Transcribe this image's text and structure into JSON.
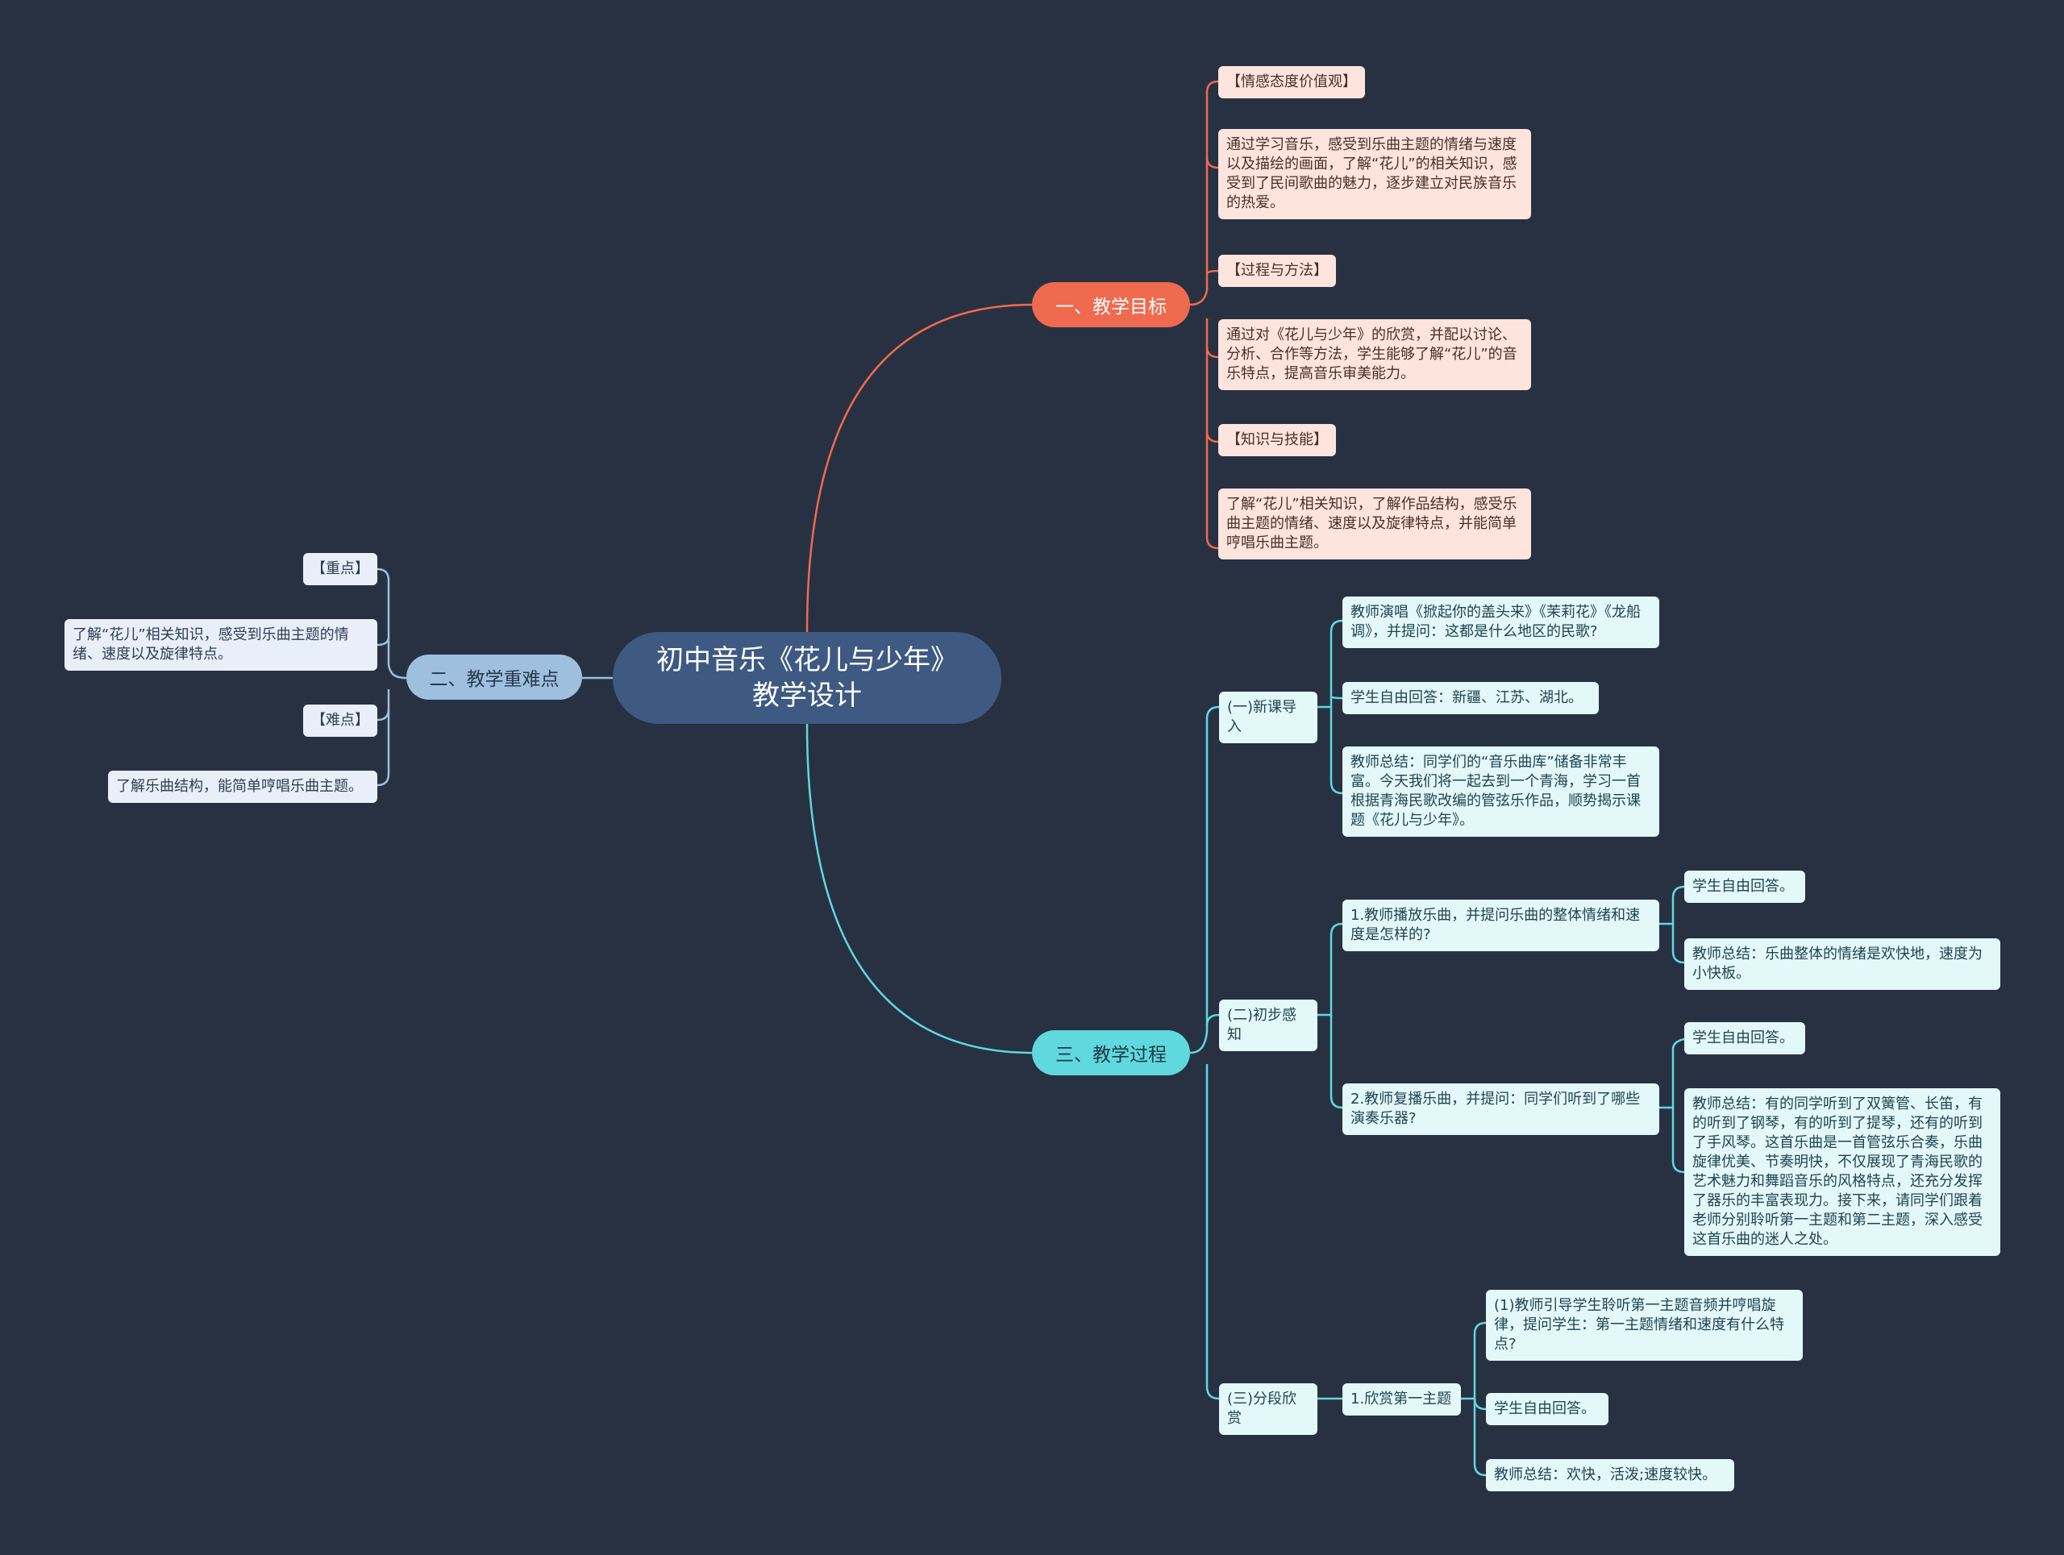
{
  "root": {
    "line1": "初中音乐《花儿与少年》",
    "line2": "教学设计"
  },
  "colors": {
    "background": "#283142",
    "root": "#3e5a82",
    "goal": "#ef6a4f",
    "focus": "#9ebfde",
    "process": "#5fd8de"
  },
  "goals": {
    "label": "一、教学目标",
    "items": [
      "【情感态度价值观】",
      "通过学习音乐，感受到乐曲主题的情绪与速度以及描绘的画面，了解“花儿”的相关知识，感受到了民间歌曲的魅力，逐步建立对民族音乐的热爱。",
      "【过程与方法】",
      "通过对《花儿与少年》的欣赏，并配以讨论、分析、合作等方法，学生能够了解“花儿”的音乐特点，提高音乐审美能力。",
      "【知识与技能】",
      "了解“花儿”相关知识，了解作品结构，感受乐曲主题的情绪、速度以及旋律特点，并能简单哼唱乐曲主题。"
    ]
  },
  "focus": {
    "label": "二、教学重难点",
    "items": [
      "【重点】",
      "了解“花儿”相关知识，感受到乐曲主题的情绪、速度以及旋律特点。",
      "【难点】",
      "了解乐曲结构，能简单哼唱乐曲主题。"
    ]
  },
  "process": {
    "label": "三、教学过程",
    "intro": {
      "label": "(一)新课导入",
      "items": [
        "教师演唱《掀起你的盖头来》《茉莉花》《龙船调》，并提问：这都是什么地区的民歌?",
        "学生自由回答：新疆、江苏、湖北。",
        "教师总结：同学们的“音乐曲库”储备非常丰富。今天我们将一起去到一个青海，学习一首根据青海民歌改编的管弦乐作品，顺势揭示课题《花儿与少年》。"
      ]
    },
    "perception": {
      "label": "(二)初步感知",
      "q1": "1.教师播放乐曲，并提问乐曲的整体情绪和速度是怎样的?",
      "q1_answers": [
        "学生自由回答。",
        "教师总结：乐曲整体的情绪是欢快地，速度为小快板。"
      ],
      "q2": "2.教师复播乐曲，并提问：同学们听到了哪些演奏乐器?",
      "q2_answers": [
        "学生自由回答。",
        "教师总结：有的同学听到了双簧管、长笛，有的听到了钢琴，有的听到了提琴，还有的听到了手风琴。这首乐曲是一首管弦乐合奏，乐曲旋律优美、节奏明快，不仅展现了青海民歌的艺术魅力和舞蹈音乐的风格特点，还充分发挥了器乐的丰富表现力。接下来，请同学们跟着老师分别聆听第一主题和第二主题，深入感受这首乐曲的迷人之处。"
      ]
    },
    "sections": {
      "label": "(三)分段欣赏",
      "theme1": "1.欣赏第一主题",
      "items": [
        "(1)教师引导学生聆听第一主题音频并哼唱旋律，提问学生：第一主题情绪和速度有什么特点?",
        "学生自由回答。",
        "教师总结：欢快，活泼;速度较快。"
      ]
    }
  }
}
